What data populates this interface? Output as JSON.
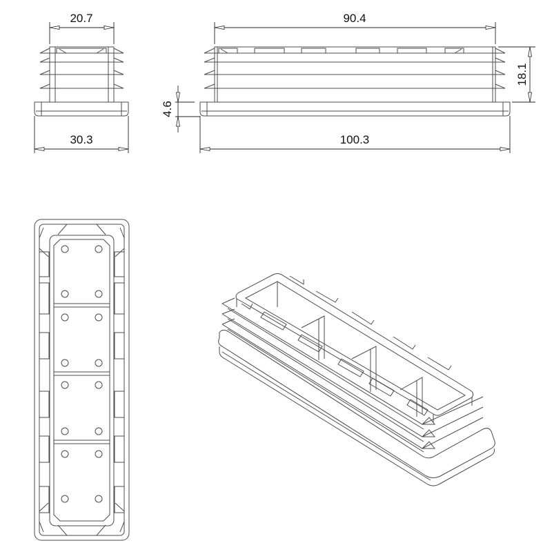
{
  "drawing": {
    "views": [
      "side-view",
      "front-view",
      "bottom-view",
      "isometric-view"
    ],
    "line_color": "#4a4a4a",
    "background": "#ffffff"
  },
  "dimensions": {
    "inner_width_small": "20.7",
    "flange_width_small": "30.3",
    "inner_length": "90.4",
    "flange_length": "100.3",
    "height": "18.1",
    "flange_thickness": "4.6"
  },
  "bottom_view": {
    "compartments": 4,
    "holes_per_compartment": 4
  }
}
